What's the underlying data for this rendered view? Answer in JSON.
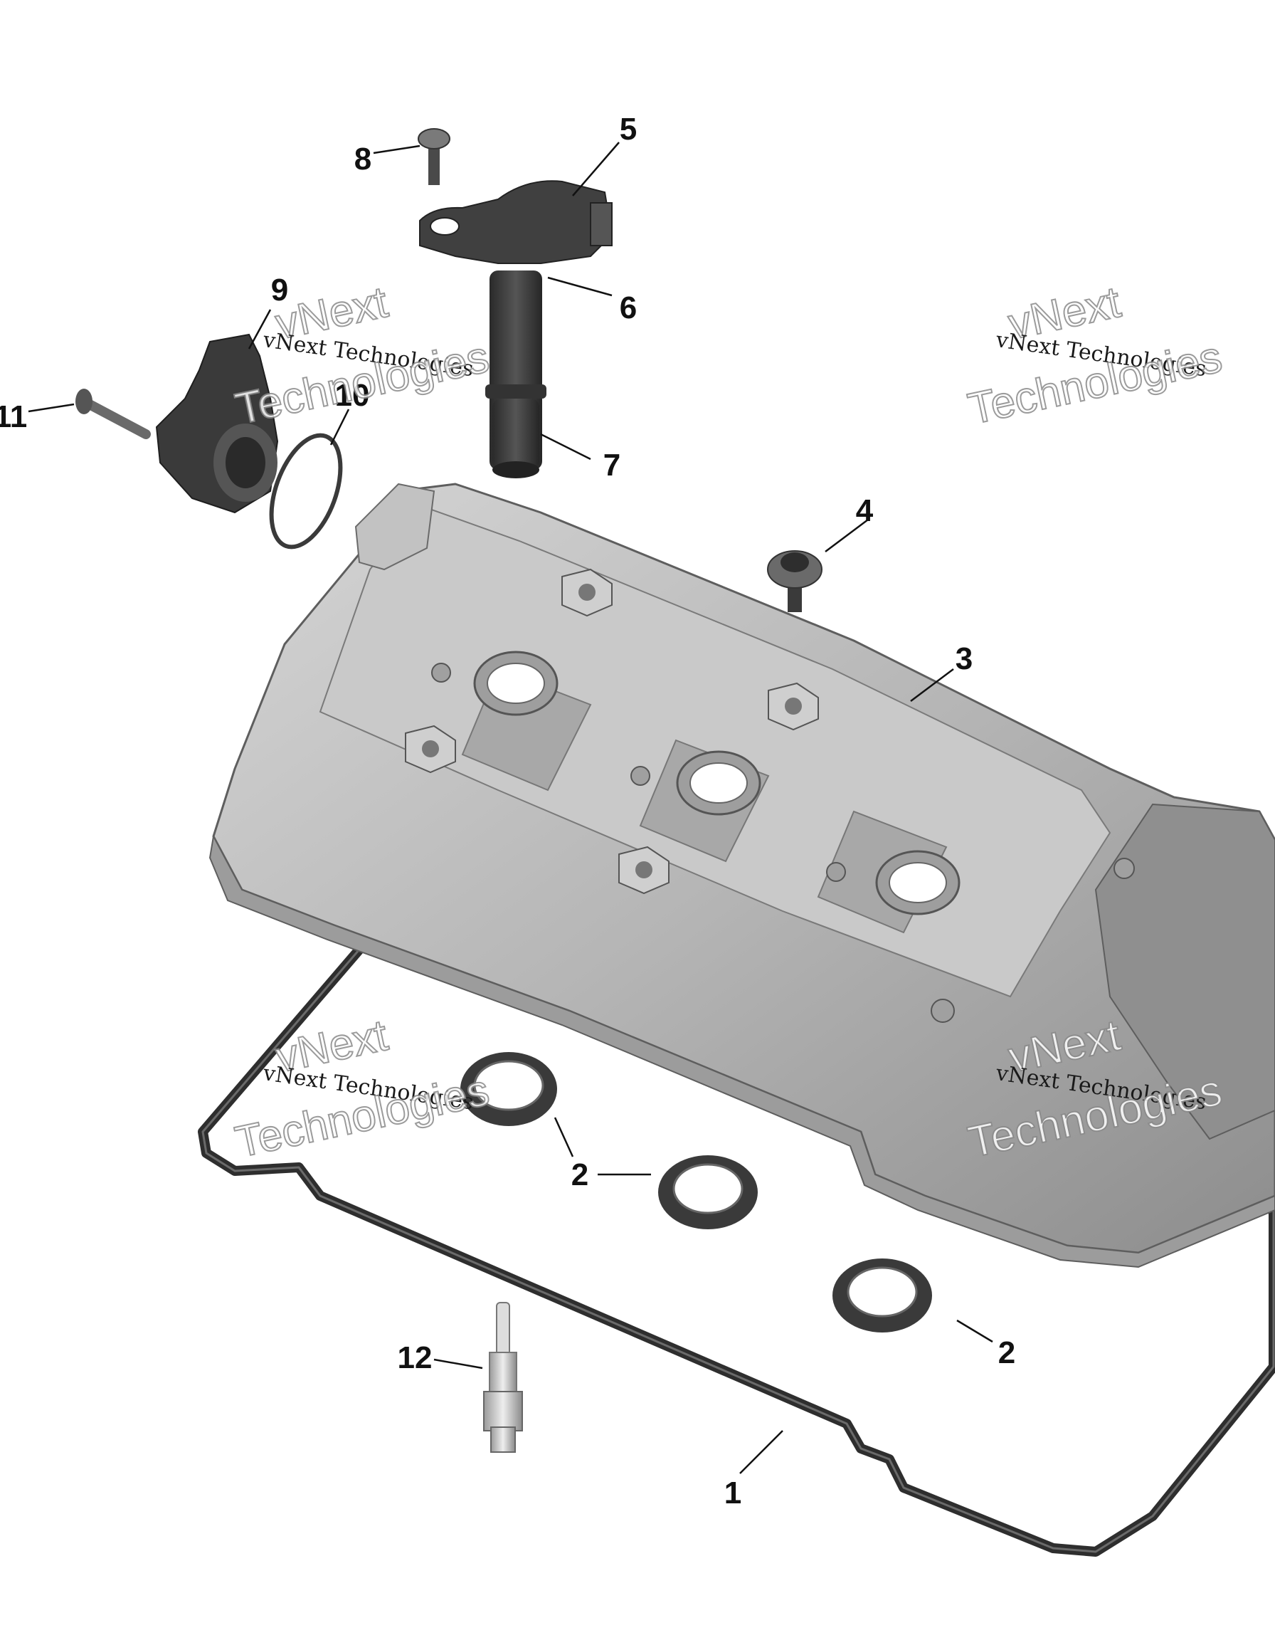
{
  "diagram": {
    "callouts": [
      {
        "id": "c1",
        "label": "1"
      },
      {
        "id": "c2a",
        "label": "2"
      },
      {
        "id": "c2b",
        "label": "2"
      },
      {
        "id": "c3",
        "label": "3"
      },
      {
        "id": "c4",
        "label": "4"
      },
      {
        "id": "c5",
        "label": "5"
      },
      {
        "id": "c6",
        "label": "6"
      },
      {
        "id": "c7",
        "label": "7"
      },
      {
        "id": "c8",
        "label": "8"
      },
      {
        "id": "c9",
        "label": "9"
      },
      {
        "id": "c10",
        "label": "10"
      },
      {
        "id": "c11",
        "label": "11"
      },
      {
        "id": "c12",
        "label": "12"
      }
    ],
    "watermark": {
      "line_top": "vNext",
      "line_mid": "vNext Technologies",
      "line_bottom": "Technologies"
    },
    "colors": {
      "cover": "#b8b8b8",
      "cover_dark": "#8c8c8c",
      "cover_light": "#d9d9d9",
      "coil": "#3a3a3a",
      "gasket": "#2e2e2e"
    }
  }
}
